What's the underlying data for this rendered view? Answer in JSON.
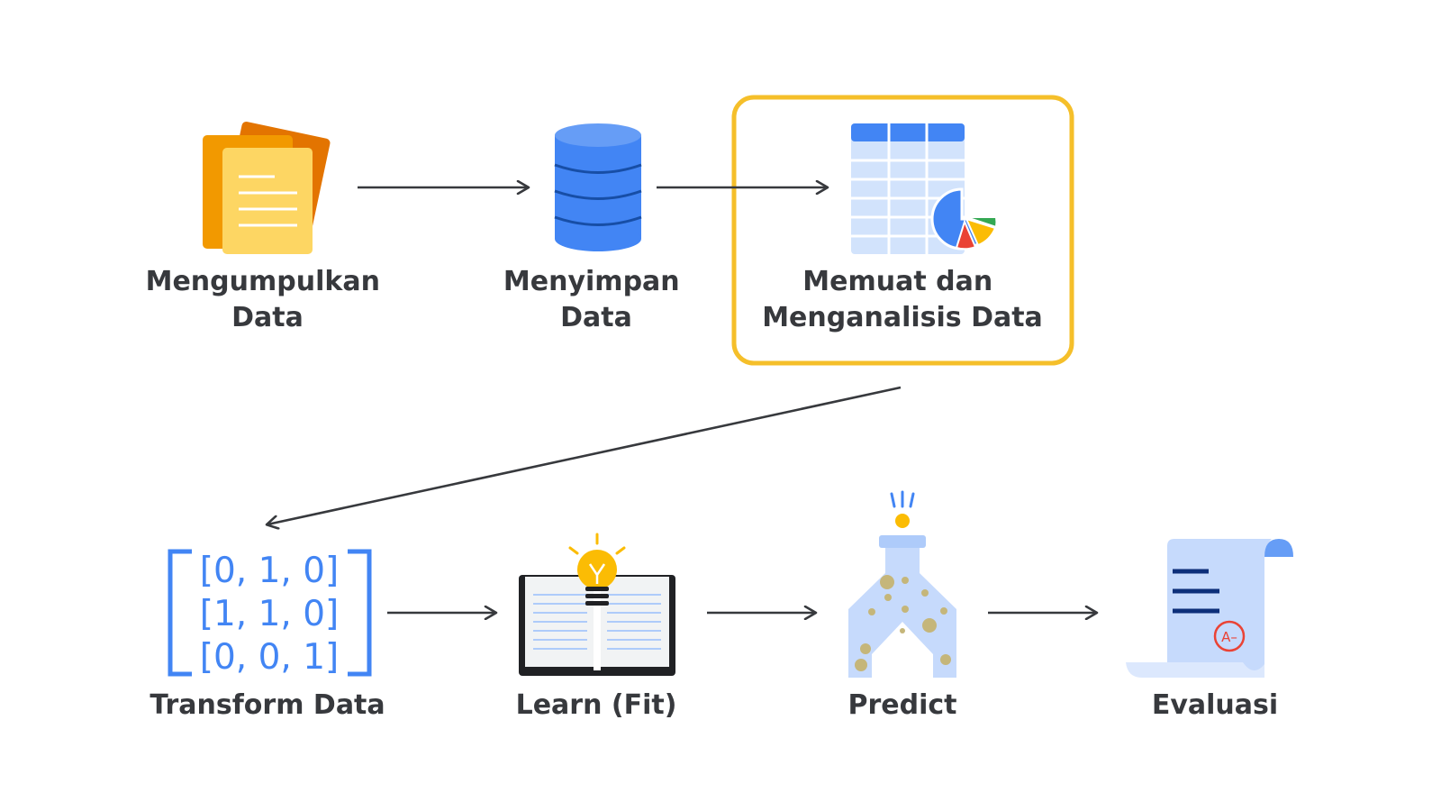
{
  "steps": [
    {
      "id": "collect",
      "label_lines": [
        "Mengumpulkan",
        "Data"
      ],
      "icon": "documents-icon"
    },
    {
      "id": "store",
      "label_lines": [
        "Menyimpan",
        "Data"
      ],
      "icon": "database-icon"
    },
    {
      "id": "load-analyze",
      "label_lines": [
        "Memuat dan",
        "Menganalisis Data"
      ],
      "icon": "spreadsheet-chart-icon",
      "highlighted": true
    },
    {
      "id": "transform",
      "label_lines": [
        "Transform Data"
      ],
      "icon": "matrix-icon"
    },
    {
      "id": "learn",
      "label_lines": [
        "Learn (Fit)"
      ],
      "icon": "book-lightbulb-icon"
    },
    {
      "id": "predict",
      "label_lines": [
        "Predict"
      ],
      "icon": "flask-icon"
    },
    {
      "id": "evaluate",
      "label_lines": [
        "Evaluasi"
      ],
      "icon": "scroll-grade-icon"
    }
  ],
  "matrix": {
    "rows": [
      "[0, 1, 0]",
      "[1, 1, 0]",
      "[0, 0, 1]"
    ]
  },
  "grade": "A–",
  "colors": {
    "label": "#37393d",
    "arrow": "#37393d",
    "highlight_border": "#f5bf2a",
    "blue": "#4285f4",
    "light_blue": "#c6dafc",
    "yellow": "#fbbc04",
    "orange": "#f29900",
    "red": "#ea4335",
    "green": "#34a853"
  }
}
